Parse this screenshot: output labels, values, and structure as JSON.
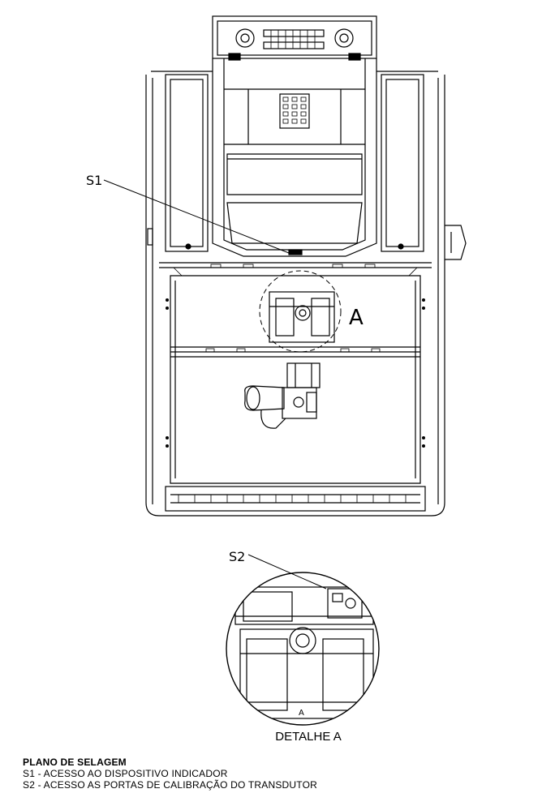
{
  "labels": {
    "s1": "S1",
    "a": "A",
    "s2": "S2",
    "detail_a_mark": "A"
  },
  "detail_title": "DETALHE A",
  "legend": {
    "title": "PLANO DE SELAGEM",
    "items": [
      "S1 - ACESSO AO DISPOSITIVO INDICADOR",
      "S2 - ACESSO AS PORTAS DE CALIBRAÇÃO DO TRANSDUTOR"
    ]
  },
  "colors": {
    "line": "#000000",
    "background": "#ffffff"
  }
}
